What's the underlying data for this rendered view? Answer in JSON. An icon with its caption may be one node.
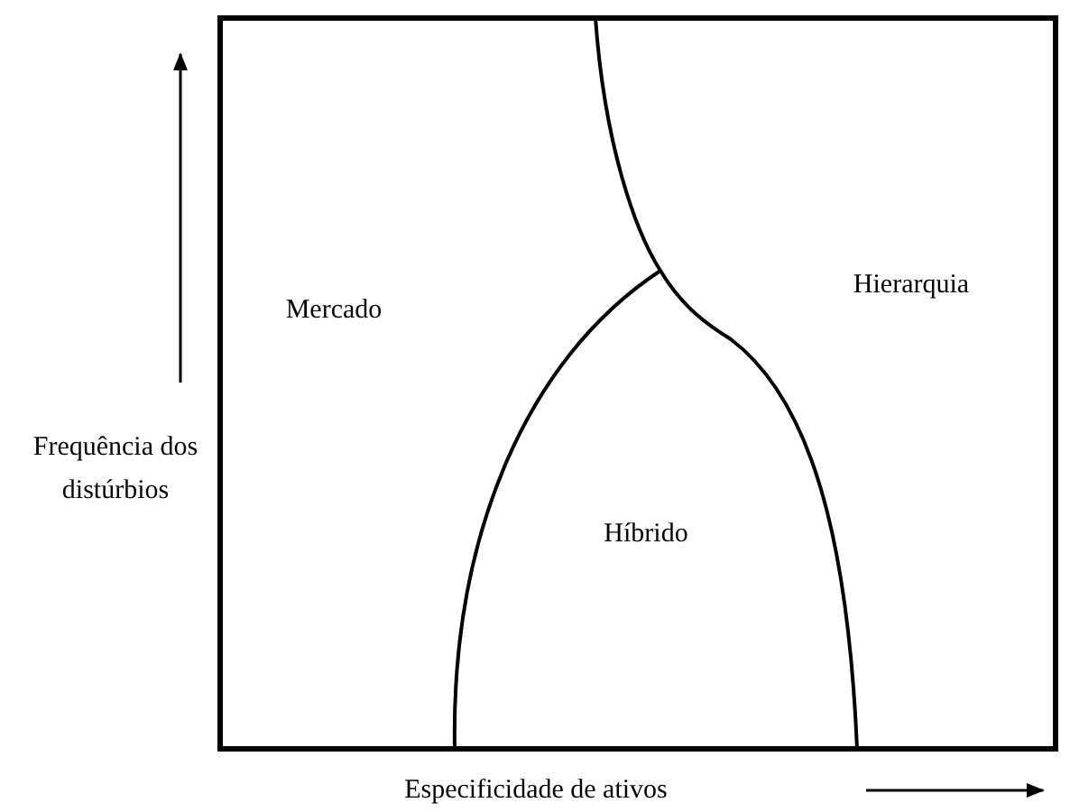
{
  "diagram": {
    "labels": [
      "Mercado",
      "Hierarquia",
      "Frequência dos distúrbios",
      "Híbrido",
      "Especificidade de ativos"
    ]
  }
}
